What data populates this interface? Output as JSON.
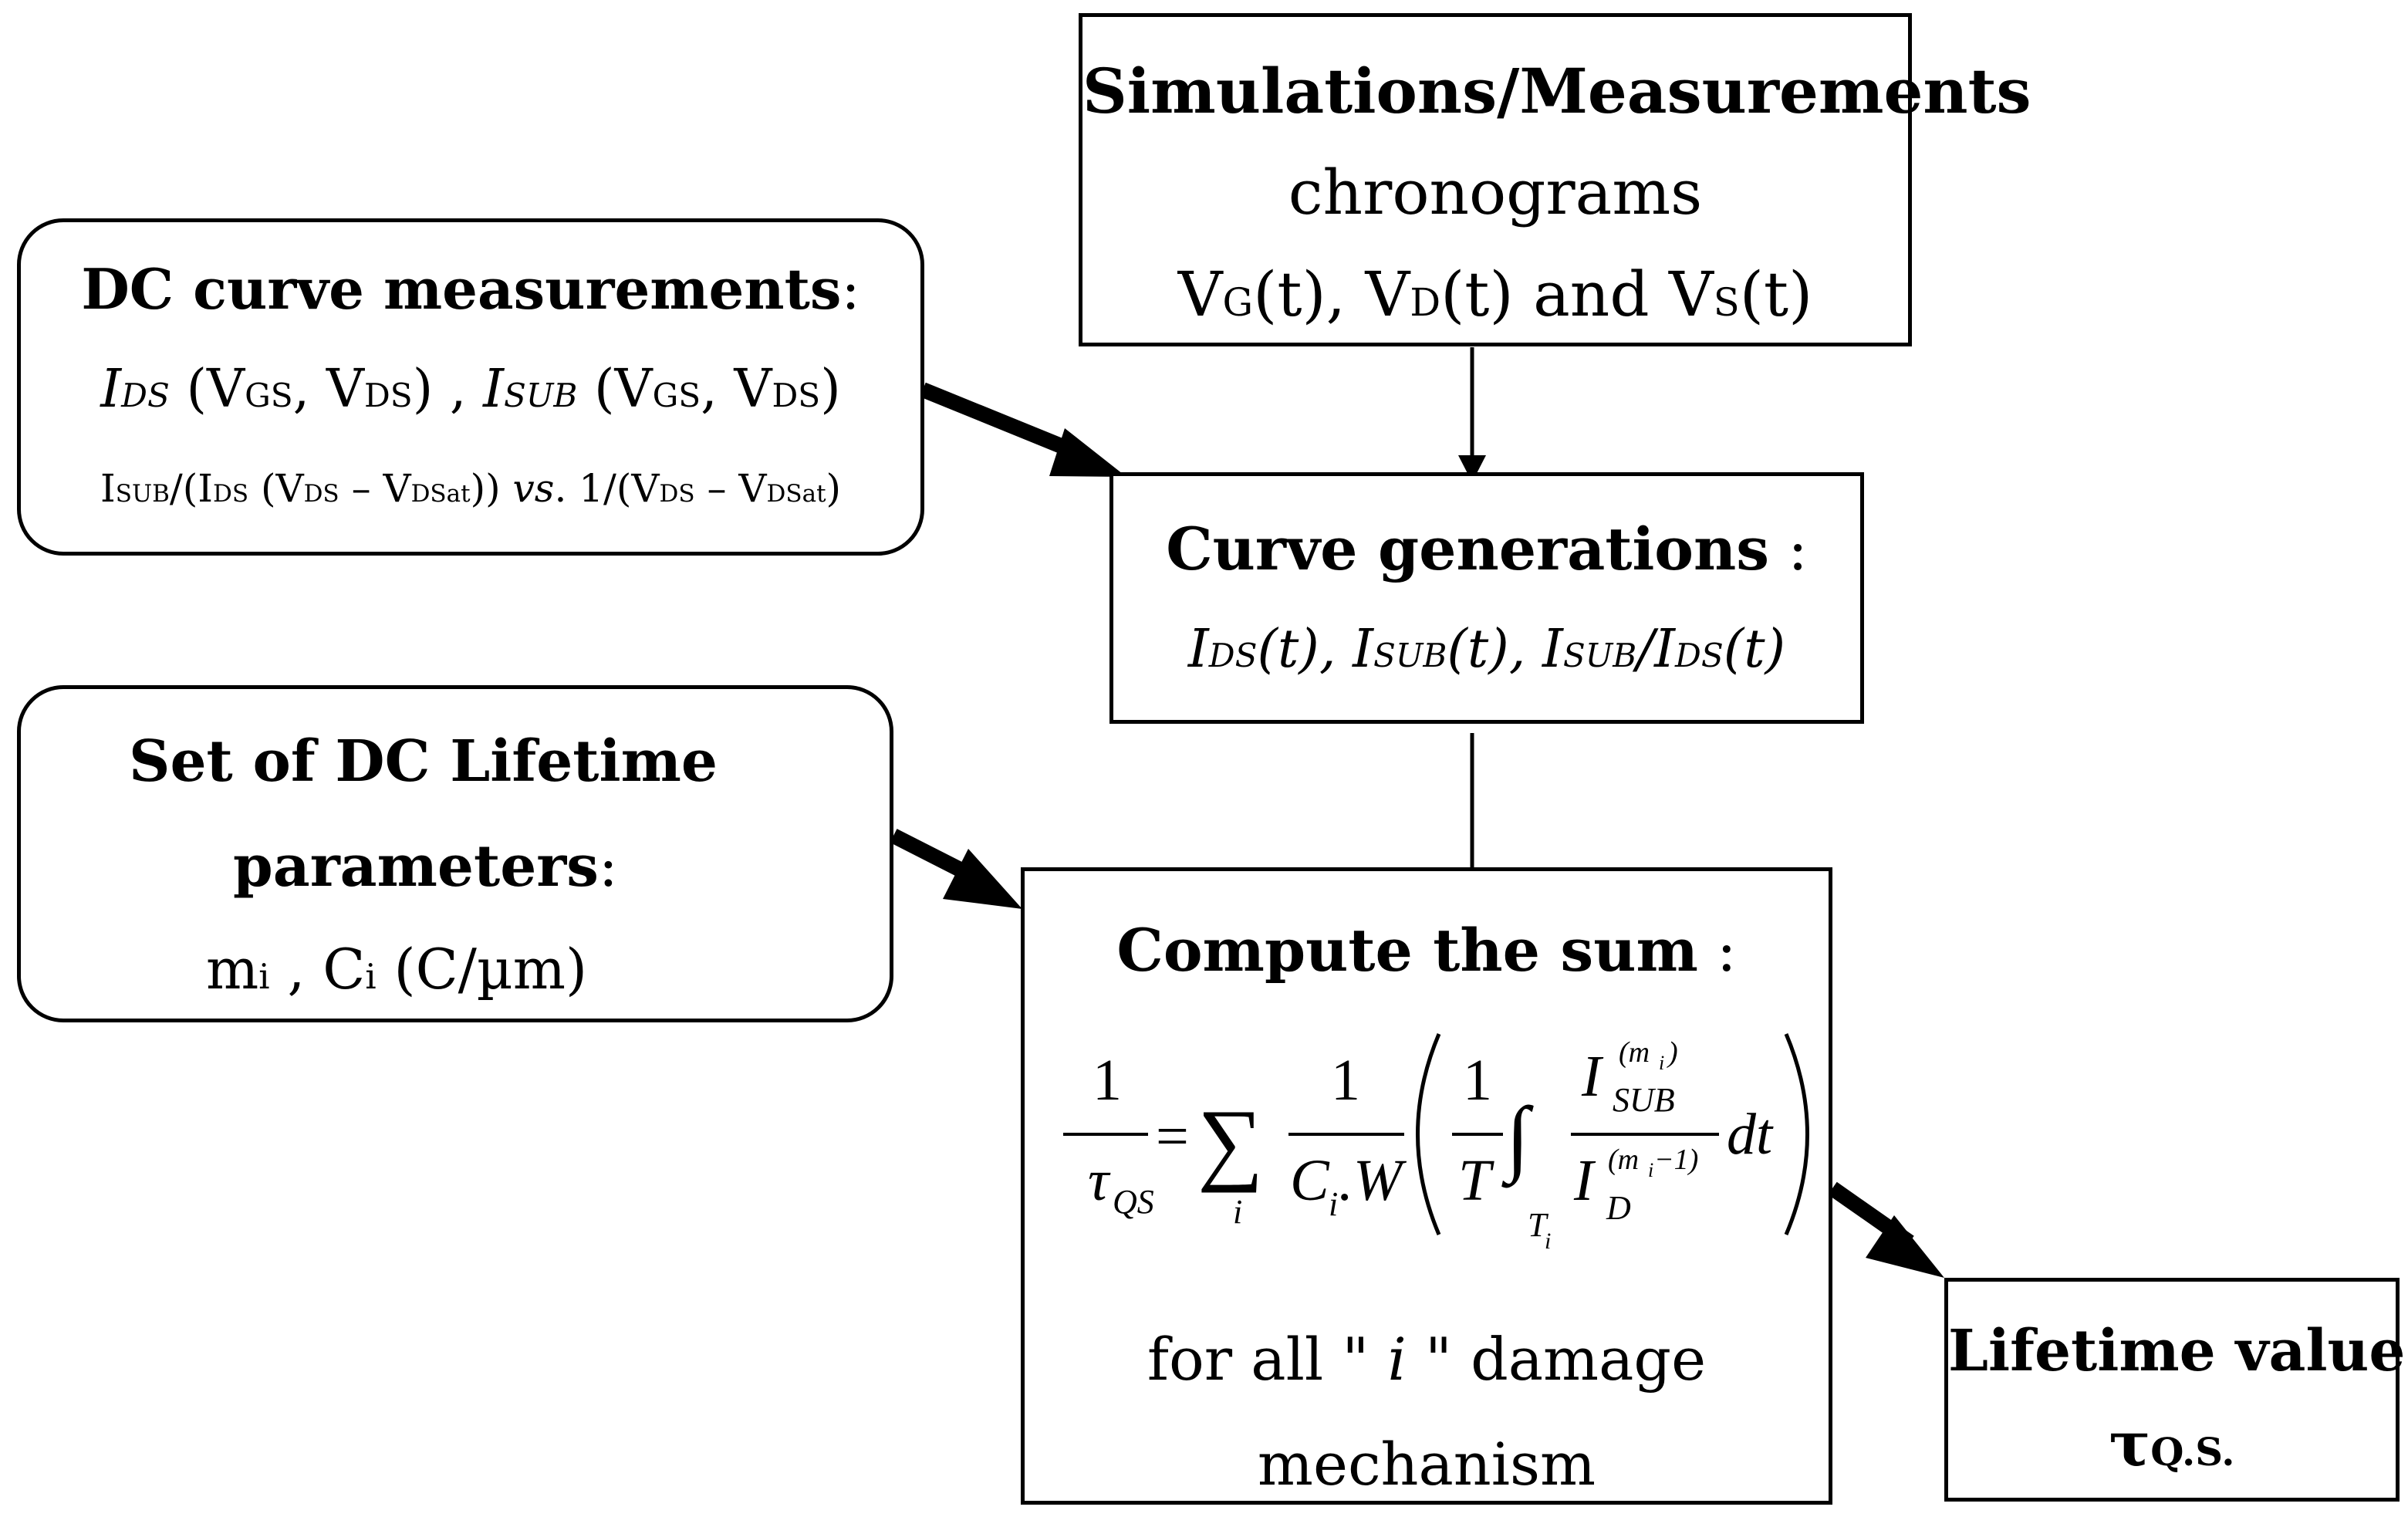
{
  "sim_box": {
    "title": "Simulations/Measurements",
    "line2": "chronograms",
    "line3": {
      "v1": "V",
      "v1_sub": "G",
      "v1_arg": "(t), ",
      "v2": "V",
      "v2_sub": "D",
      "v2_arg": "(t) and ",
      "v3": "V",
      "v3_sub": "S",
      "v3_arg": "(t)"
    }
  },
  "dc_box": {
    "title": "DC curve measurements",
    "title_colon": ":",
    "line2": {
      "a": "I",
      "a_sub": "DS",
      "a_rest_open": " (V",
      "a_gs": "GS",
      "a_mid": ", V",
      "a_ds": "DS",
      "a_close": ") , ",
      "b": "I",
      "b_sub": "SUB",
      "b_rest_open": " (V",
      "b_gs": "GS",
      "b_mid": ", V",
      "b_ds": "DS",
      "b_close": ")"
    },
    "line3": {
      "p1": "I",
      "p1_sub": "SUB",
      "p2": "/(I",
      "p2_sub": "DS",
      "p3": " (V",
      "p3_sub": "DS",
      "p4": " – V",
      "p4_sub": "DSat",
      "p5": ")) ",
      "vs": "vs",
      "p6": ". 1/(V",
      "p6_sub": "DS",
      "p7": " – V",
      "p7_sub": "DSat",
      "p8": ")"
    }
  },
  "curve_box": {
    "title": "Curve generations",
    "title_colon": " :",
    "line2": {
      "a": "I",
      "a_sub": "DS",
      "a_arg": "(t), ",
      "b": "I",
      "b_sub": "SUB",
      "b_arg": "(t), ",
      "c": "I",
      "c_sub": "SUB",
      "c_slash": "/I",
      "c_sub2": "DS",
      "c_arg": "(t)"
    }
  },
  "lifetime_params_box": {
    "title_line1": "Set of DC Lifetime",
    "title_line2": "parameters",
    "title_colon": ":",
    "line3": {
      "m": "m",
      "m_sub": "i",
      "mid": " , C",
      "c_sub": "i",
      "rest": " (C/µm)"
    }
  },
  "sum_box": {
    "title": "Compute the sum",
    "title_colon": " :",
    "footer_line1": "for all \" ",
    "footer_i": "i",
    "footer_line1_end": " \" damage",
    "footer_line2": "mechanism",
    "equation": {
      "lhs_num": "1",
      "lhs_den": "τ",
      "lhs_den_sub": "QS",
      "equals": "=",
      "sum": "∑",
      "sum_index": "i",
      "frac2_num": "1",
      "frac2_den_c": "C",
      "frac2_den_c_sub": "i",
      "frac2_den_rest": ".W",
      "frac3_num": "1",
      "frac3_den": "T",
      "integral": "∫",
      "int_lower": "T",
      "int_lower_sub": "i",
      "num_I": "I",
      "num_sub": "SUB",
      "num_sup": "(m",
      "num_sup_sub": "i",
      "num_sup_end": ")",
      "den_I": "I",
      "den_sub": "D",
      "den_sup": "(m",
      "den_sup_sub": "i",
      "den_sup_end": " −1)",
      "dt": "dt"
    }
  },
  "result_box": {
    "title": "Lifetime value",
    "symbol": "τ",
    "symbol_sub": "Q.S."
  }
}
